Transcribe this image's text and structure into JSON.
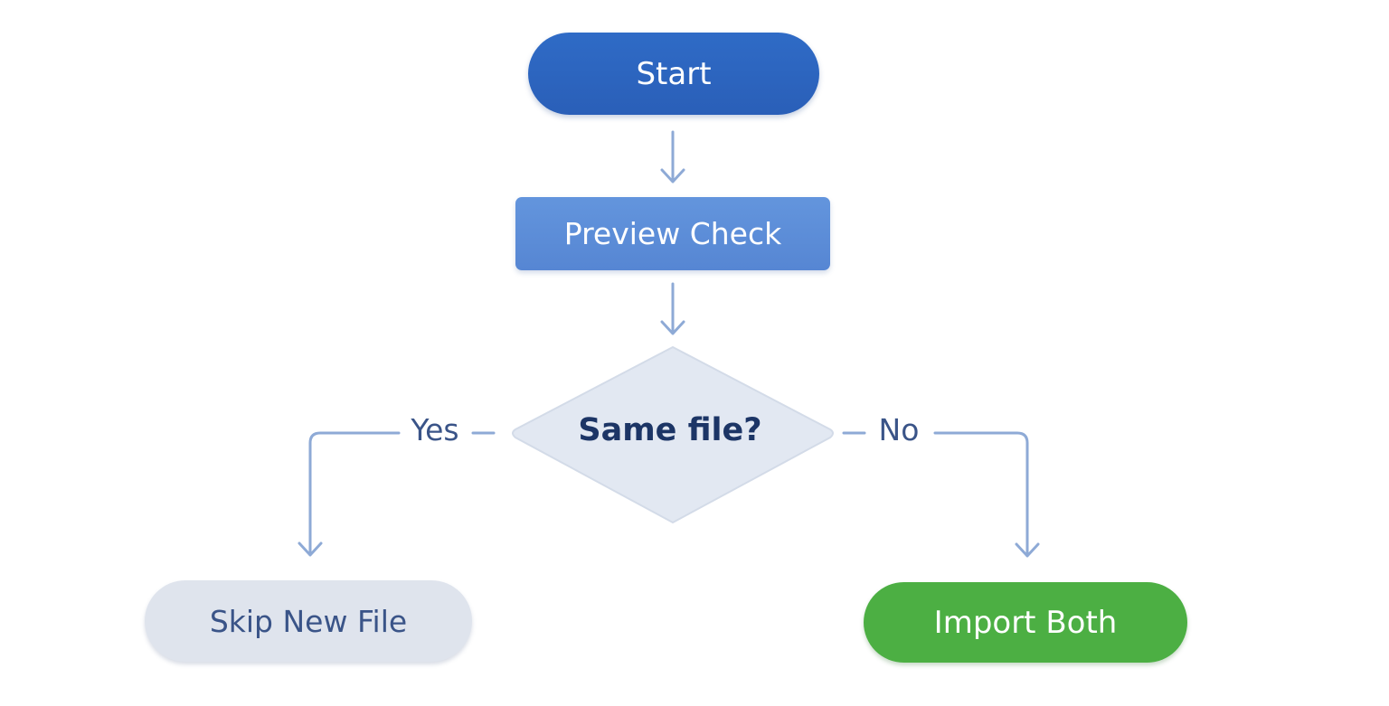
{
  "colors": {
    "start_fill": "#2a5fb8",
    "process_fill": "#5a8ad6",
    "decision_fill": "#e2e8f2",
    "skip_fill": "#dfe4ed",
    "import_fill": "#4caf43",
    "connector": "#8eaad6",
    "label_text": "#3a5488"
  },
  "nodes": {
    "start": {
      "label": "Start"
    },
    "preview": {
      "label": "Preview Check"
    },
    "decision": {
      "label": "Same file?"
    },
    "skip": {
      "label": "Skip New File"
    },
    "import": {
      "label": "Import Both"
    }
  },
  "edges": {
    "yes": {
      "label": "Yes"
    },
    "no": {
      "label": "No"
    }
  }
}
